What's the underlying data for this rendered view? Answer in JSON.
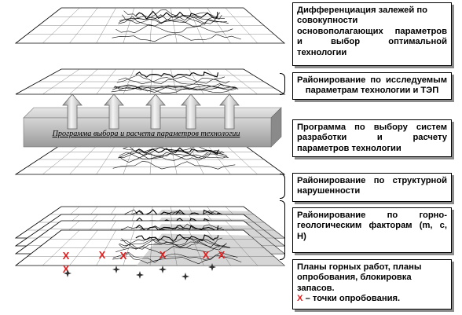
{
  "band": {
    "title": "Программа выбора и расчета параметров технологии"
  },
  "labels": [
    {
      "id": "differentiation",
      "lines": [
        "Дифференциация залежей по",
        "совокупности",
        "основополагающих параметров",
        "и выбор оптимальной",
        "технологии"
      ]
    },
    {
      "id": "zoning-tep",
      "lines": [
        "Районирование по исследуемым",
        "параметрам технологии и ТЭП"
      ]
    },
    {
      "id": "program",
      "lines": [
        "Программа по выбору систем",
        "разработки и расчету",
        "параметров технологии"
      ]
    },
    {
      "id": "zoning-structural",
      "lines": [
        "Районирование по структурной",
        "нарушенности"
      ]
    },
    {
      "id": "zoning-geological",
      "lines": [
        "Районирование по горно-",
        "геологическим факторам (m, c,",
        "H)"
      ]
    },
    {
      "id": "mining-plans",
      "lines": [
        "Планы горных работ, планы",
        "опробования, блокировка",
        "запасов."
      ],
      "legend_mark": "Х",
      "legend_text": " – точки опробования."
    }
  ],
  "markers": {
    "sampling_mark": "Х",
    "count_red": 7,
    "count_dark": 6
  },
  "colors": {
    "sampling_red": "#e02020",
    "band_fill": "#b8b8b8",
    "arrow_fill": "#e6e6e6",
    "map_grey": "#c8c8c8",
    "line": "#000000"
  }
}
